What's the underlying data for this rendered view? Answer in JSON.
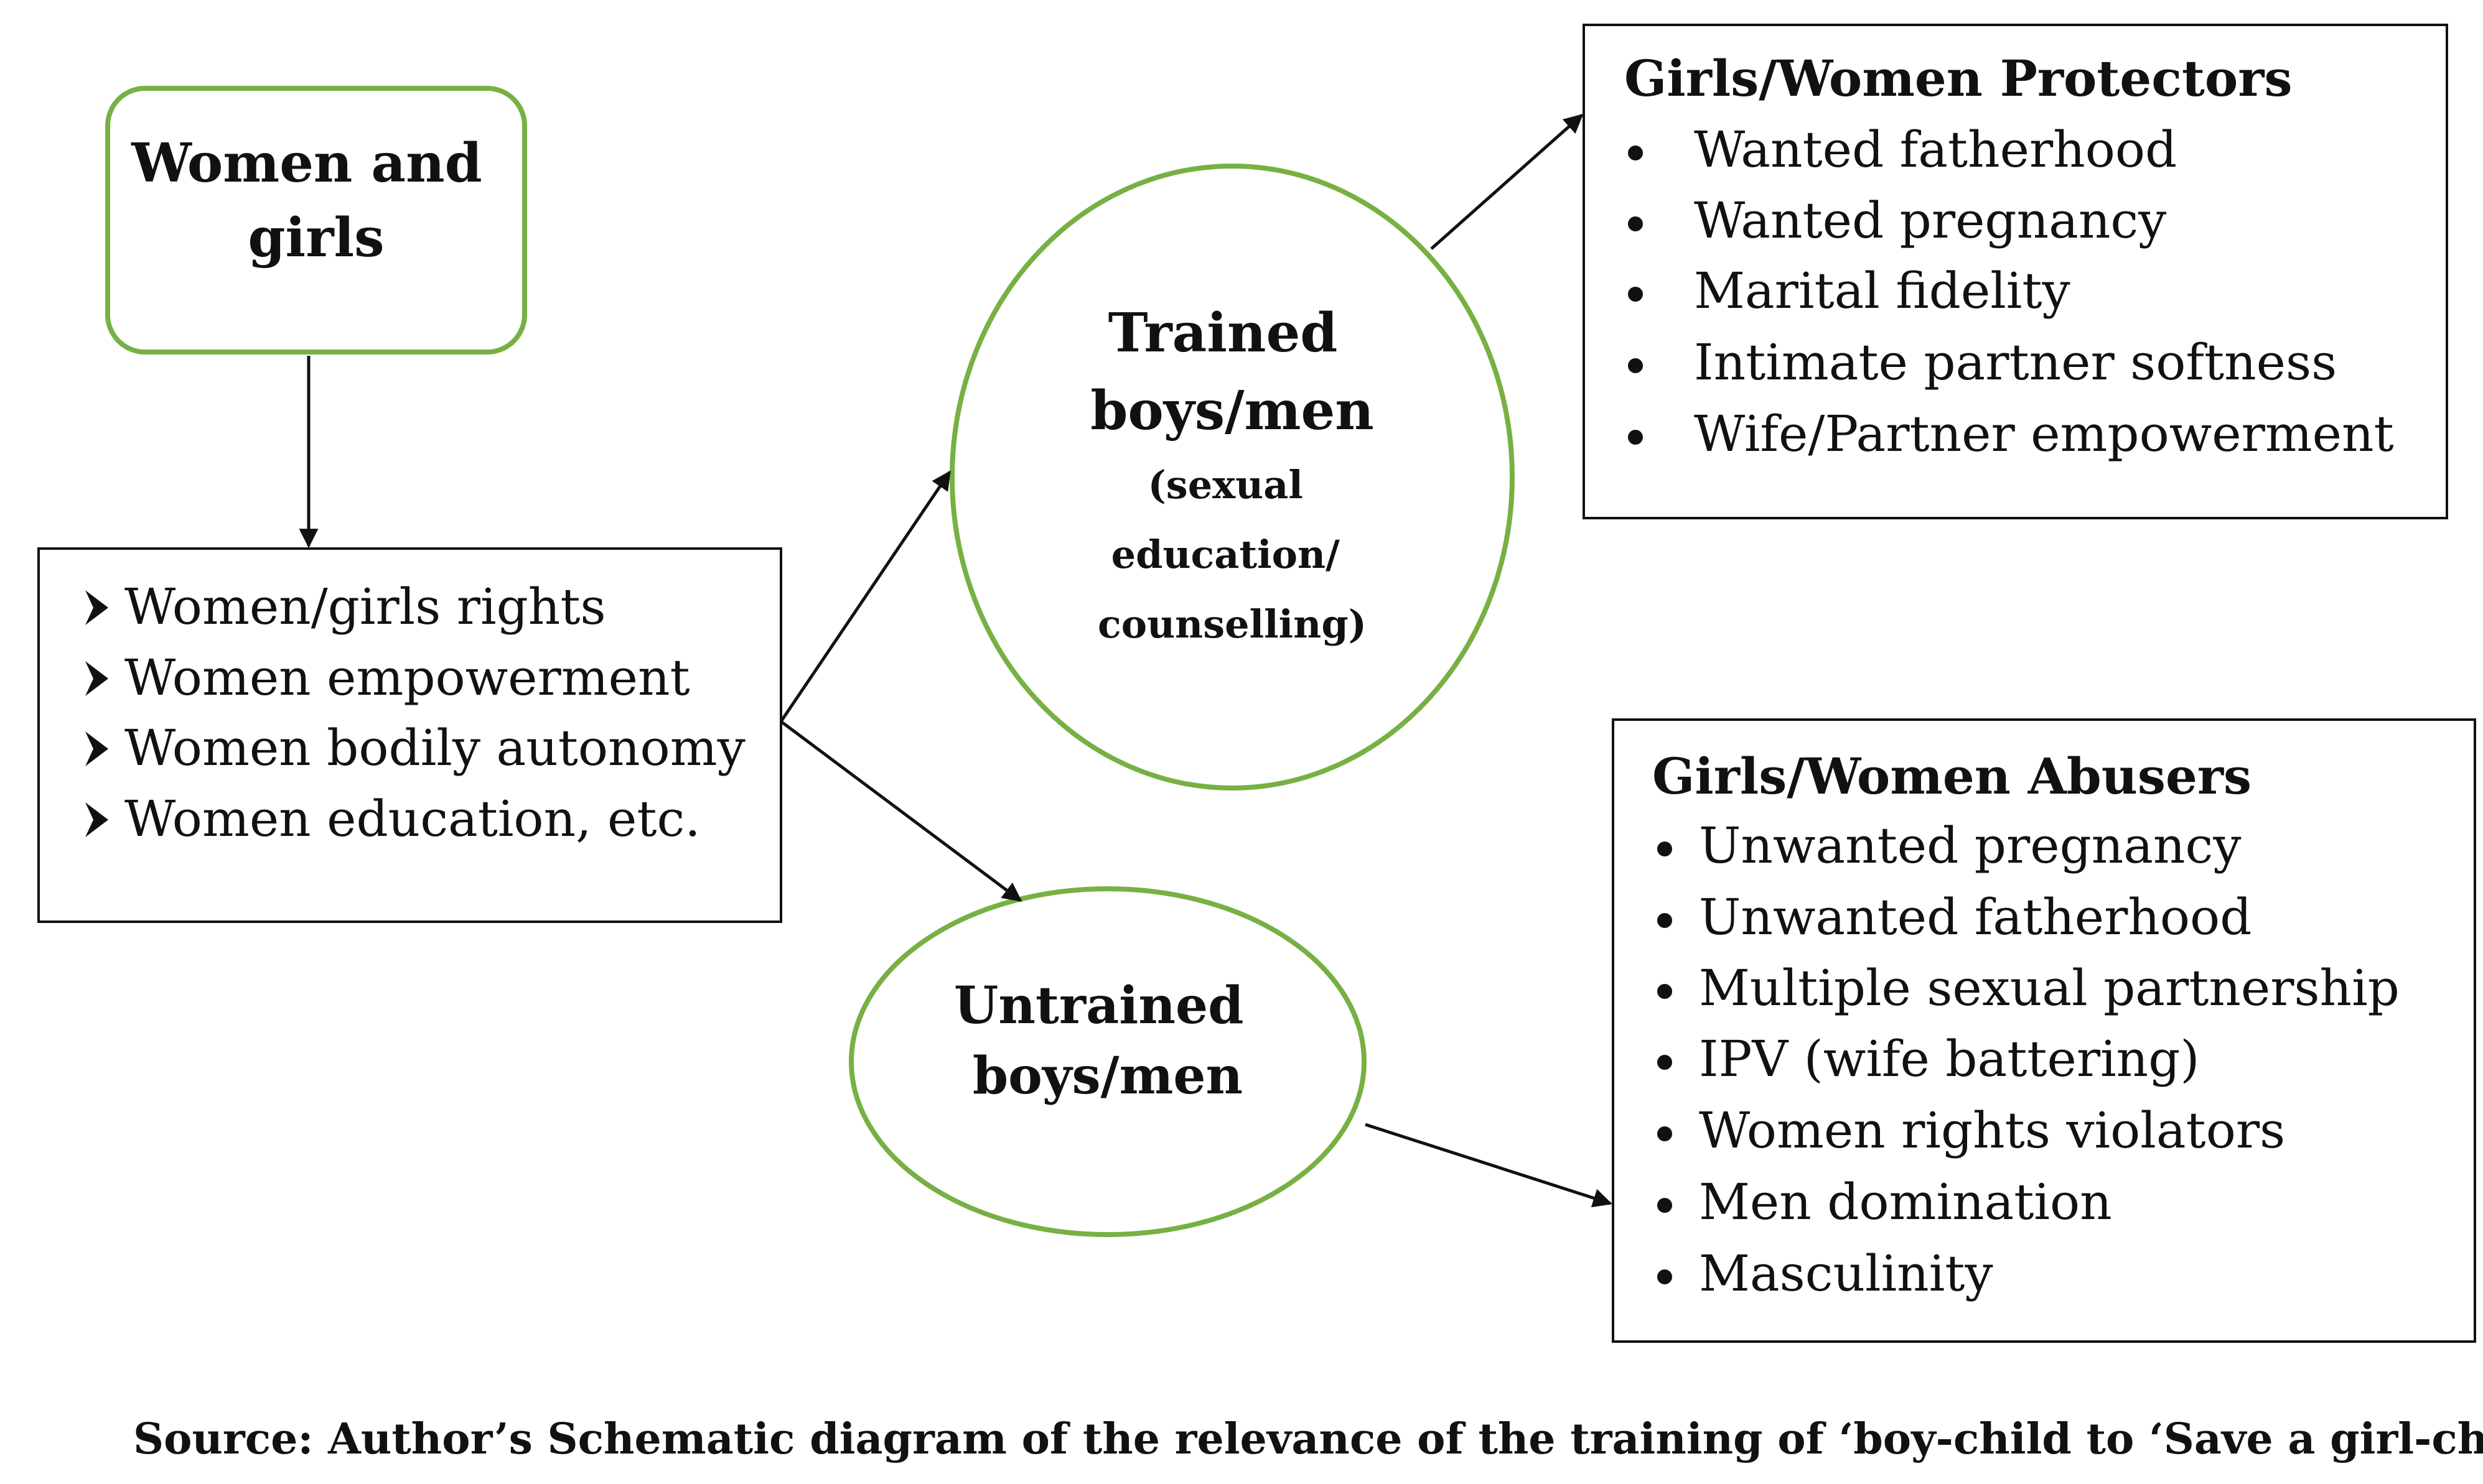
{
  "colors": {
    "green_outline": "#77b043",
    "black": "#111111",
    "background": "#ffffff"
  },
  "nodes": {
    "women_and_girls": {
      "lines": [
        "Women and",
        "girls"
      ]
    },
    "rights_box": {
      "marker": "arrowhead-bullet",
      "items": [
        "Women/girls rights",
        "Women empowerment",
        "Women bodily autonomy",
        "Women education, etc."
      ]
    },
    "trained": {
      "title_lines": [
        "Trained",
        "boys/men"
      ],
      "sub_lines": [
        "(sexual",
        "education/",
        "counselling)"
      ]
    },
    "untrained": {
      "title_lines": [
        "Untrained",
        "boys/men"
      ]
    },
    "protectors": {
      "title": "Girls/Women Protectors",
      "items": [
        "Wanted fatherhood",
        "Wanted pregnancy",
        "Marital fidelity",
        "Intimate partner softness",
        "Wife/Partner empowerment"
      ]
    },
    "abusers": {
      "title": "Girls/Women Abusers",
      "items": [
        "Unwanted pregnancy",
        "Unwanted fatherhood",
        "Multiple sexual partnership",
        "IPV (wife battering)",
        "Women rights violators",
        "Men domination",
        "Masculinity"
      ]
    }
  },
  "caption": "Source: Author’s Schematic diagram of the relevance of the training of ‘boy-child to ‘Save a girl-child"
}
